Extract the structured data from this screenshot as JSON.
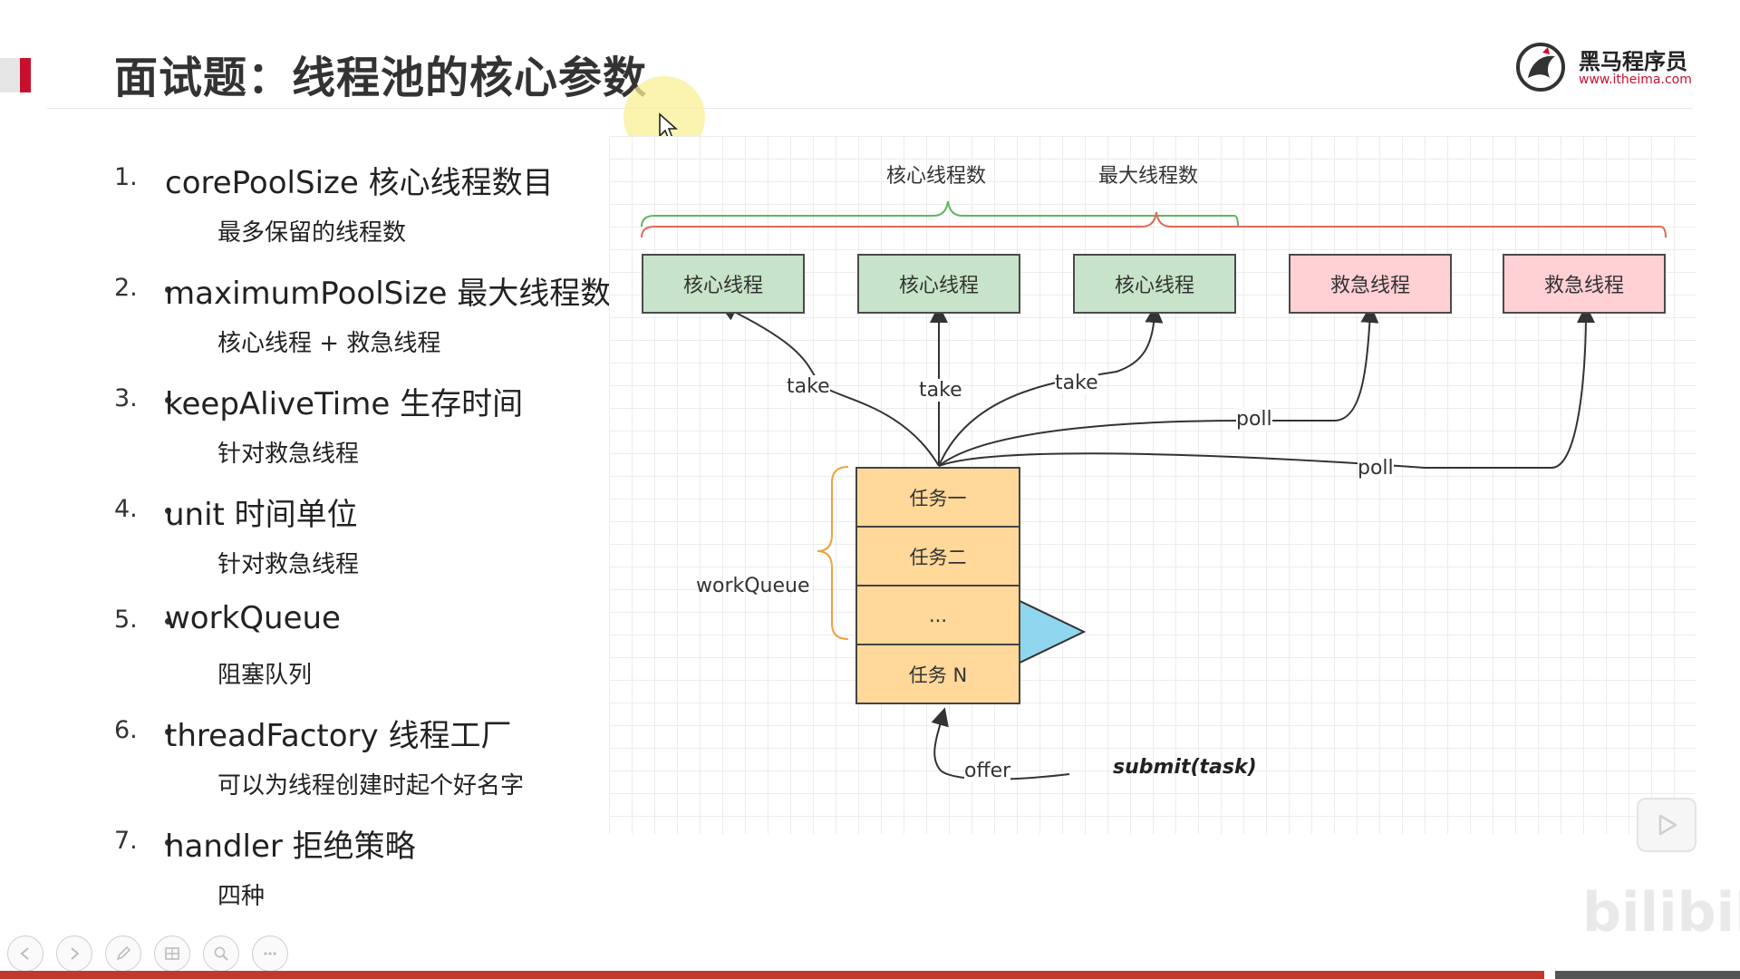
{
  "header": {
    "title": "面试题：线程池的核心参数",
    "logo_name": "黑马程序员",
    "logo_url": "www.itheima.com"
  },
  "params": [
    {
      "num": "1.",
      "title": "corePoolSize 核心线程数目",
      "sub": "最多保留的线程数"
    },
    {
      "num": "2.",
      "title": "maximumPoolSize 最大线程数目",
      "sub": "核心线程 + 救急线程"
    },
    {
      "num": "3.",
      "title": "keepAliveTime 生存时间",
      "sub": "针对救急线程"
    },
    {
      "num": "4.",
      "title": "unit 时间单位",
      "sub": "针对救急线程"
    },
    {
      "num": "5.",
      "title": "workQueue",
      "sub": "阻塞队列"
    },
    {
      "num": "6.",
      "title": "threadFactory 线程工厂",
      "sub": "可以为线程创建时起个好名字"
    },
    {
      "num": "7.",
      "title": "handler 拒绝策略",
      "sub": "四种"
    }
  ],
  "diagram": {
    "core_count_label": "核心线程数",
    "max_count_label": "最大线程数",
    "core_threads": [
      "核心线程",
      "核心线程",
      "核心线程"
    ],
    "rescue_threads": [
      "救急线程",
      "救急线程"
    ],
    "take_label": "take",
    "poll_label": "poll",
    "queue_label": "workQueue",
    "queue_cells": [
      "任务一",
      "任务二",
      "...",
      "任务 N"
    ],
    "offer_label": "offer",
    "submit_label": "submit(task)",
    "colors": {
      "core_fill": "#c7e3c9",
      "rescue_fill": "#ffd0d4",
      "queue_fill": "#ffd89a",
      "submit_fill": "#8fd6ee",
      "core_brace": "#5cb85c",
      "max_brace": "#e06a5a",
      "queue_brace": "#f0a040"
    }
  },
  "watermark": "bilibili",
  "toolbar": {
    "icons": [
      "prev-icon",
      "next-icon",
      "pen-icon",
      "slides-icon",
      "zoom-icon",
      "more-icon"
    ]
  }
}
